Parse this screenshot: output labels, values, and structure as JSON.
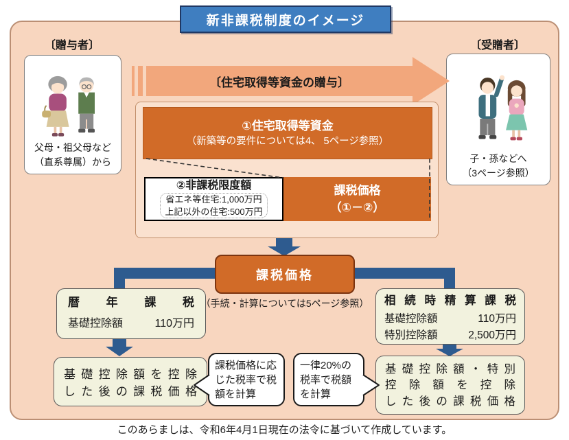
{
  "title": "新非課税制度のイメージ",
  "donor": {
    "label": "〔贈与者〕",
    "caption1": "父母・祖父母など",
    "caption2": "（直系尊属）から"
  },
  "recipient": {
    "label": "〔受贈者〕",
    "caption1": "子・孫などへ",
    "caption2": "（3ページ参照）"
  },
  "gift_arrow": {
    "label": "〔住宅取得等資金の贈与〕"
  },
  "funds_box": {
    "title": "①住宅取得等資金",
    "subtitle": "（新築等の要件については4、 5ページ参照）"
  },
  "limit_box": {
    "title": "②非課税限度額",
    "line1": "省エネ等住宅:1,000万円",
    "line2": "上記以外の住宅:500万円"
  },
  "taxable_diff": {
    "line1": "課税価格",
    "line2": "（①－②）"
  },
  "taxable_price": {
    "label": "課税価格",
    "note": "（手続・計算については5ページ参照）"
  },
  "calendar_tax": {
    "title": "暦年課税",
    "row": {
      "label": "基礎控除額",
      "value": "110万円"
    }
  },
  "settlement_tax": {
    "title": "相続時精算課税",
    "rows": [
      {
        "label": "基礎控除額",
        "value": "110万円"
      },
      {
        "label": "特別控除額",
        "value": "2,500万円"
      }
    ]
  },
  "calendar_result": {
    "line1": "基礎控除額を控除",
    "line2": "した後の課税価格"
  },
  "settlement_result": {
    "line1": "基礎控除額・特別",
    "line2": "控除額を控除",
    "line3": "した後の課税価格"
  },
  "left_bubble": {
    "line1": "課税価格に応",
    "line2": "じた税率で税",
    "line3": "額を計算"
  },
  "right_bubble": {
    "line1": "一律20%の",
    "line2": "税率で税額",
    "line3": "を計算"
  },
  "footer": "このあらましは、令和6年4月1日現在の法令に基づいて作成しています。",
  "colors": {
    "panel_bg": "#f8d6bf",
    "panel_border": "#bb8f74",
    "title_bg": "#3f7ec0",
    "title_border": "#1f3864",
    "gift_arrow_fill": "#f2a77c",
    "inner_panel_bg": "#fae1cf",
    "orange": "#d16b28",
    "orange_border": "#7b3410",
    "flow_blue": "#2e5b8f",
    "cream_bg": "#f2f2de",
    "cream_border": "#595959"
  }
}
